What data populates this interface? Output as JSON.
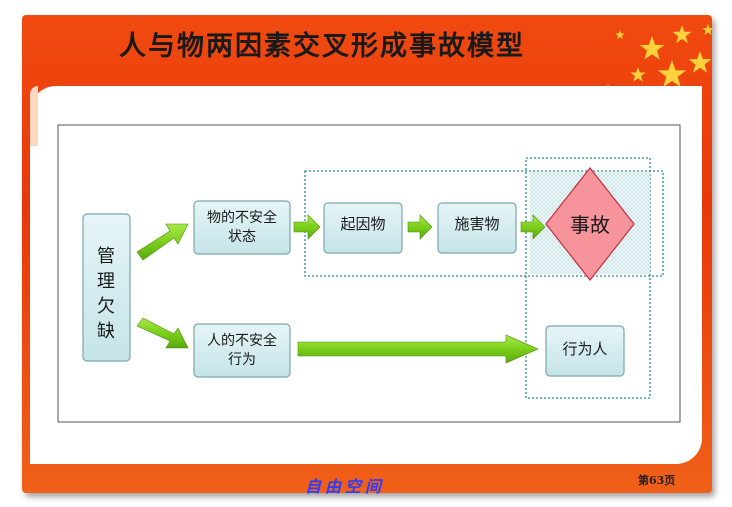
{
  "title": "人与物两因素交叉形成事故模型",
  "nodes": {
    "mgmt": "管理欠缺",
    "unsafe_object": "物的不安全状态",
    "unsafe_human": "人的不安全行为",
    "cause": "起因物",
    "harm": "施害物",
    "accident": "事故",
    "actor": "行为人"
  },
  "footer": {
    "logo": "自由空间",
    "page": "第63页"
  },
  "colors": {
    "background": "#ec4410",
    "box_fill": "#d4ecef",
    "box_border": "#7aa6ad",
    "arrow": "#7bcf1a",
    "accident": "#f7939a",
    "dotted": "#2a8a9a"
  }
}
